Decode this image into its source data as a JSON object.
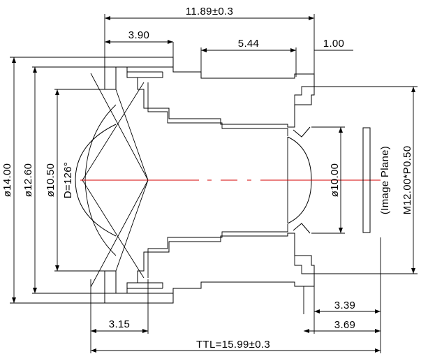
{
  "drawing": {
    "dimensions": {
      "overall_length": "11.89±0.3",
      "front_section": "3.90",
      "barrel_length": "5.44",
      "flange": "1.00",
      "dia_outer": "ø14.00",
      "dia_mid": "ø12.60",
      "dia_inner": "ø10.50",
      "fov": "D=126°",
      "dia_thread_core": "ø10.00",
      "thread": "M12.00*P0.50",
      "image_plane": "(Image Plane)",
      "front_vertex": "3.15",
      "bfl_mech": "3.39",
      "bfl_optical": "3.69",
      "ttl": "TTL=15.99±0.3"
    },
    "colors": {
      "line": "#000000",
      "optical_axis": "#d40000",
      "background": "#ffffff"
    }
  }
}
